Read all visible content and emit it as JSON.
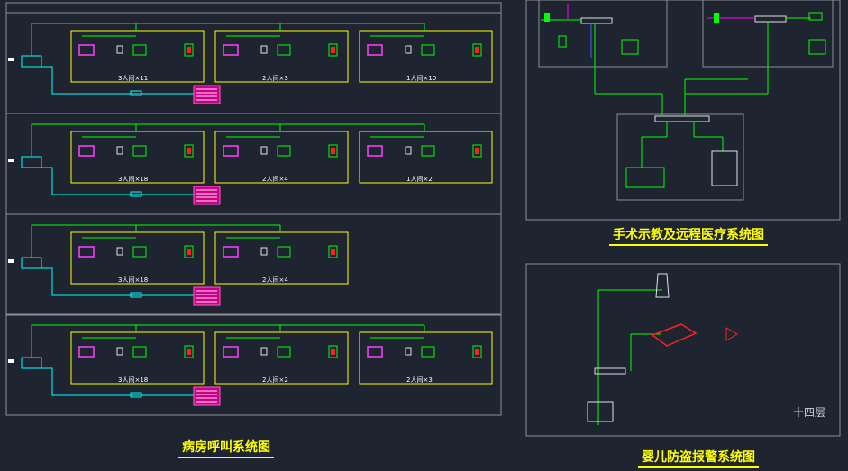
{
  "titles": {
    "ward_call": "病房呼叫系统图",
    "surgery": "手术示教及远程医疗系统图",
    "infant": "婴儿防盗报警系统图"
  },
  "floor_label": "十四层",
  "colors": {
    "background": "#1e2430",
    "frame": "#8a9098",
    "room_box": "#ffff00",
    "cable_green": "#00ff00",
    "cable_cyan": "#00ffff",
    "cable_magenta": "#ff00ff",
    "device_red": "#ff2020",
    "title": "#ffff00"
  },
  "ward_rows": [
    {
      "rooms": [
        "3人间×11",
        "2人间×3",
        "1人间×10"
      ]
    },
    {
      "rooms": [
        "3人间×18",
        "2人间×4",
        "1人间×2"
      ]
    },
    {
      "rooms": [
        "3人间×18",
        "2人间×4"
      ]
    },
    {
      "rooms": [
        "3人间×18",
        "2人间×2",
        "2人间×3"
      ]
    }
  ]
}
